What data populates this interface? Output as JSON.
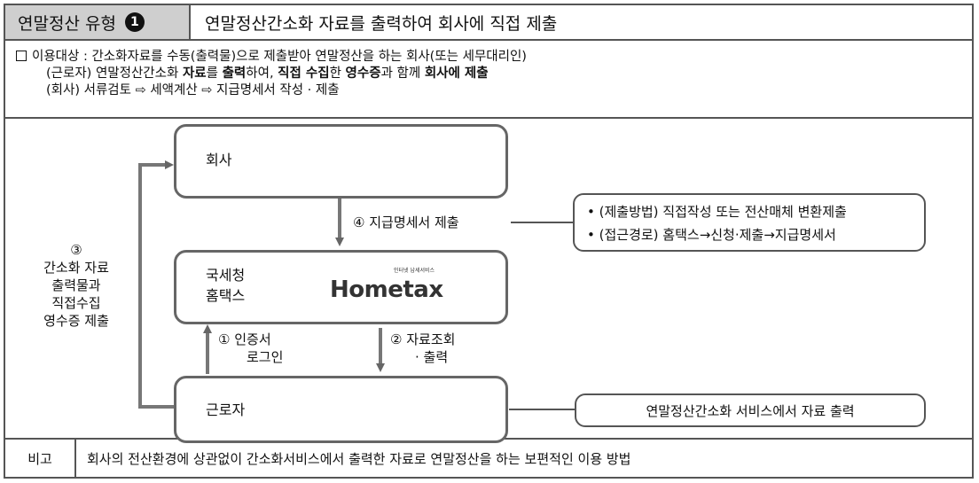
{
  "header": {
    "type_label": "연말정산 유형",
    "type_number": "1",
    "title": "연말정산간소화 자료를 출력하여 회사에 직접 제출"
  },
  "description": {
    "line1": "이용대상 : 간소화자료를 수동(출력물)으로 제출받아 연말정산을 하는 회사(또는 세무대리인)",
    "line2": {
      "p1": "(근로자) 연말정산간소화 ",
      "b1": "자료",
      "p2": "를 ",
      "b2": "출력",
      "p3": "하여, ",
      "b3": "직접 수집",
      "p4": "한 ",
      "b4": "영수증",
      "p5": "과 함께 ",
      "b5": "회사에 제출"
    },
    "line3": "(회사) 서류검토 ⇨ 세액계산 ⇨ 지급명세서 작성 · 제출"
  },
  "diagram": {
    "company_label": "회사",
    "nts_line1": "국세청",
    "nts_line2": "홈택스",
    "worker_label": "근로자",
    "hometax_logo_small": "인터넷 납세서비스",
    "hometax_logo": "Hometax",
    "step1_line1": "① 인증서",
    "step1_line2": "로그인",
    "step2_line1": "② 자료조회",
    "step2_line2": "· 출력",
    "step3_num": "③",
    "step3_lines": [
      "간소화 자료",
      "출력물과",
      "직접수집",
      "영수증 제출"
    ],
    "step4": "④ 지급명세서 제출",
    "submit_method": "• (제출방법) 직접작성 또는 전산매체 변환제출",
    "access_path": "• (접근경로) 홈택스→신청·제출→지급명세서",
    "worker_note": "연말정산간소화 서비스에서 자료 출력"
  },
  "footer": {
    "label": "비고",
    "text": "회사의 전산환경에 상관없이 간소화서비스에서 출력한 자료로 연말정산을 하는 보편적인 이용 방법"
  },
  "colors": {
    "header_bg": "#cfcfcf",
    "border": "#555555",
    "arrow": "#666666"
  }
}
